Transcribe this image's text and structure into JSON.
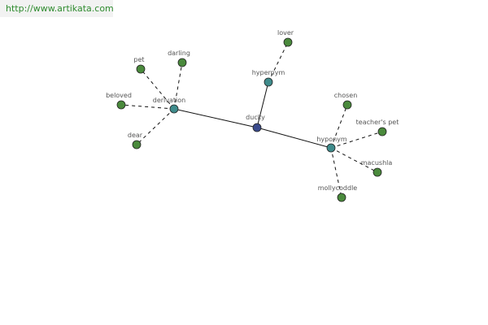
{
  "banner": {
    "url_text": "http://www.artikata.com"
  },
  "colors": {
    "root": "#3a4a8c",
    "relation": "#3f8c8c",
    "leaf": "#4a8a3c",
    "banner_text": "#2e8b2e"
  },
  "graph": {
    "nodes": [
      {
        "id": "ducky",
        "label": "ducky",
        "kind": "root"
      },
      {
        "id": "hypernym",
        "label": "hypernym",
        "kind": "relation"
      },
      {
        "id": "derivation",
        "label": "derivation",
        "kind": "relation"
      },
      {
        "id": "hyponym",
        "label": "hyponym",
        "kind": "relation"
      },
      {
        "id": "lover",
        "label": "lover",
        "kind": "leaf"
      },
      {
        "id": "pet",
        "label": "pet",
        "kind": "leaf"
      },
      {
        "id": "darling",
        "label": "darling",
        "kind": "leaf"
      },
      {
        "id": "beloved",
        "label": "beloved",
        "kind": "leaf"
      },
      {
        "id": "dear",
        "label": "dear",
        "kind": "leaf"
      },
      {
        "id": "chosen",
        "label": "chosen",
        "kind": "leaf"
      },
      {
        "id": "teachers_pet",
        "label": "teacher's pet",
        "kind": "leaf"
      },
      {
        "id": "macushla",
        "label": "macushla",
        "kind": "leaf"
      },
      {
        "id": "mollycoddle",
        "label": "mollycoddle",
        "kind": "leaf"
      }
    ],
    "edges": [
      {
        "from": "ducky",
        "to": "hypernym",
        "style": "solid"
      },
      {
        "from": "ducky",
        "to": "derivation",
        "style": "solid"
      },
      {
        "from": "ducky",
        "to": "hyponym",
        "style": "solid"
      },
      {
        "from": "hypernym",
        "to": "lover",
        "style": "dashed"
      },
      {
        "from": "derivation",
        "to": "pet",
        "style": "dashed"
      },
      {
        "from": "derivation",
        "to": "darling",
        "style": "dashed"
      },
      {
        "from": "derivation",
        "to": "beloved",
        "style": "dashed"
      },
      {
        "from": "derivation",
        "to": "dear",
        "style": "dashed"
      },
      {
        "from": "hyponym",
        "to": "chosen",
        "style": "dashed"
      },
      {
        "from": "hyponym",
        "to": "teachers_pet",
        "style": "dashed"
      },
      {
        "from": "hyponym",
        "to": "macushla",
        "style": "dashed"
      },
      {
        "from": "hyponym",
        "to": "mollycoddle",
        "style": "dashed"
      }
    ]
  }
}
